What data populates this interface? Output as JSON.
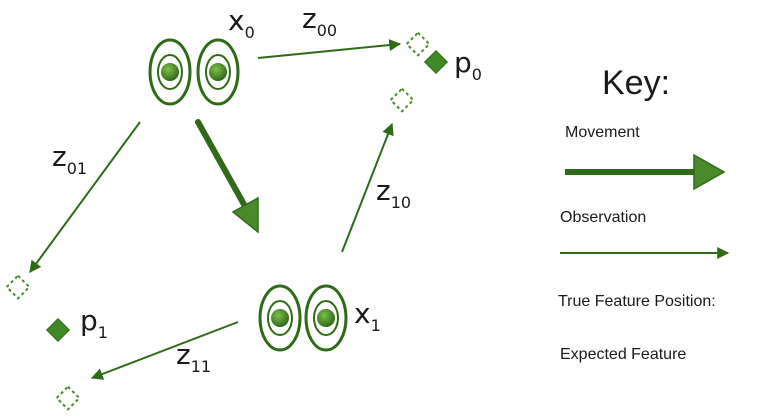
{
  "nodes": {
    "x0": {
      "base": "x",
      "sub": "0"
    },
    "x1": {
      "base": "x",
      "sub": "1"
    },
    "p0": {
      "base": "p",
      "sub": "0"
    },
    "p1": {
      "base": "p",
      "sub": "1"
    }
  },
  "edges": {
    "z00": {
      "base": "z",
      "sub": "00"
    },
    "z01": {
      "base": "z",
      "sub": "01"
    },
    "z10": {
      "base": "z",
      "sub": "10"
    },
    "z11": {
      "base": "z",
      "sub": "11"
    }
  },
  "key": {
    "title": "Key:",
    "movement": "Movement",
    "observation": "Observation",
    "true_feature": "True Feature Position:",
    "expected_feature": "Expected Feature"
  },
  "colors": {
    "green": "#4a8a2a",
    "dark_green": "#2f6a18",
    "pupil": "#3f8a24",
    "pupil_highlight": "#7cc04a"
  }
}
